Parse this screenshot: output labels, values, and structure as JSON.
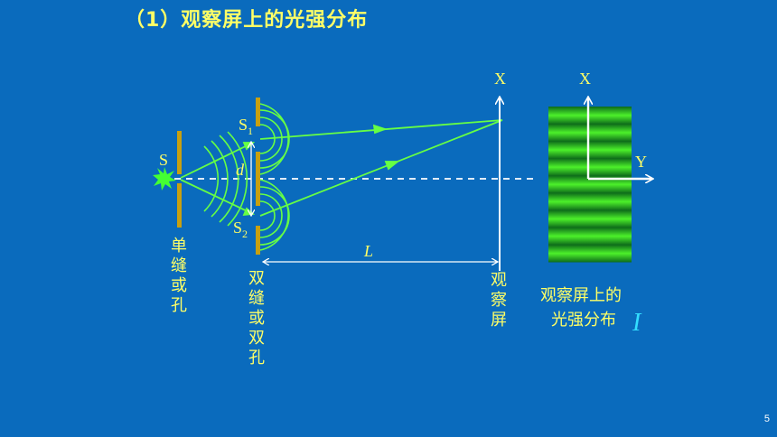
{
  "title": "（1）观察屏上的光强分布",
  "page_number": "5",
  "labels": {
    "source": "S",
    "slit1": "S",
    "slit1_sub": "1",
    "slit2": "S",
    "slit2_sub": "2",
    "slit_gap": "d",
    "distance": "L",
    "screen_axis_x": "X",
    "pattern_axis_x": "X",
    "pattern_axis_y": "Y",
    "single_slit_caption": [
      "单",
      "缝",
      "或",
      "孔"
    ],
    "double_slit_caption": [
      "双",
      "缝",
      "或",
      "双",
      "孔"
    ],
    "screen_caption": [
      "观",
      "察",
      "屏"
    ],
    "distribution_caption_line1": "观察屏上的",
    "distribution_caption_line2": "光强分布",
    "intensity_symbol": "I"
  },
  "colors": {
    "background": "#0a6bbd",
    "title_text": "#ffff66",
    "label_text": "#ffff66",
    "light_ray": "#66ff44",
    "slit_bar": "#c8a010",
    "axis": "#ffffff",
    "intensity_symbol": "#33ddff"
  },
  "icons": {
    "source": "starburst-icon"
  },
  "fringe_count": 9
}
